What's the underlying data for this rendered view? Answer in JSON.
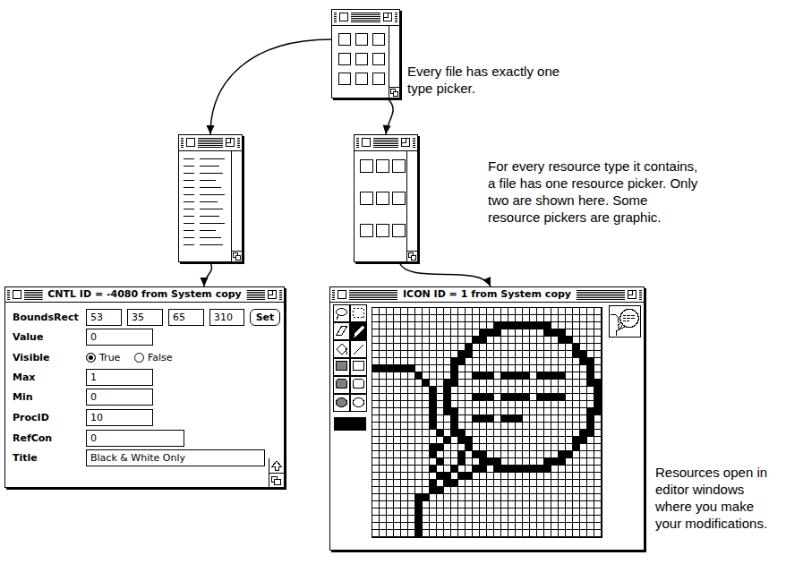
{
  "diagram": {
    "nodes": [
      {
        "text": [
          "Every file has exactly one type picker."
        ]
      },
      {
        "text": []
      },
      {
        "text": [
          "For every resource type it contains, a file has one resource picker. Only two are shown here. Some resource pickers are graphic."
        ]
      },
      {
        "text": [
          "CNTL ID = -4080 from System copy",
          "BoundsRect",
          "53",
          "35",
          "65",
          "310",
          "Set",
          "Value",
          "0",
          "Visible",
          "True",
          "False",
          "Max",
          "1",
          "Min",
          "0",
          "ProcID",
          "10",
          "RefCon",
          "0",
          "Title",
          "Black & White Only"
        ]
      },
      {
        "text": [
          "ICON ID = 1 from System copy",
          "Resources open in editor windows where you make your modifications."
        ]
      }
    ],
    "edges": [
      {
        "from": 0,
        "to": 1,
        "arrow": "to"
      },
      {
        "from": 0,
        "to": 2,
        "arrow": "to"
      },
      {
        "from": 1,
        "to": 3,
        "arrow": "to"
      },
      {
        "from": 2,
        "to": 4,
        "arrow": "to"
      }
    ]
  }
}
